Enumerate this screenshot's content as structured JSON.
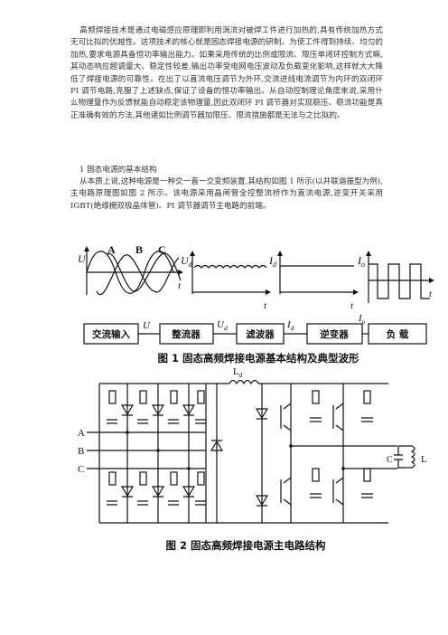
{
  "paragraphs": {
    "intro": "高频焊接技术是通过电磁感应原理即利用涡流对被焊工件进行加热的,具有传统加热方式无可比拟的优越性。这项技术的核心就是固态焊接电源的研制。为使工件得到持续、均匀的加热,要求电源具备恒功率输出能力。如果采用传统的比例或限流、限压单闭环控制方式嘛,其动态响应超调量大、稳定性较差,输出功率受电网电压波动及负载变化影响,这样就大大降低了焊接电源的可靠性。在出了以直流电压调节为外环,交流进线电流调节为内环的双闭环 PI 调节电路,克服了上述缺点,保证了设备的恒功率输出。从自动控制理论角度来说,采用什么物理量作为反馈就能自动稳定该物理量,因此双闭环 PI 调节器对实现稳压、稳流功能是真正准确有效的方法,其他诸如比例调节器加限压、限流措施都是无法与之比拟的。",
    "heading": "1 固态电源的基本结构",
    "structure": "从本质上说,这种电源是一种交一直一交变频装置,其结构如图 1 所示(以并联谐振型为例),主电路原理图如图 2 所示。该电源采用晶闸管全控整流桥作为直流电源,逆变开关采用 IGBT(绝缘栅双极晶体管)。PI 调节器调节主电路的前端。"
  },
  "figure1": {
    "caption": "图 1   固态高频焊接电源基本结构及典型波形",
    "phase_labels": [
      "A",
      "B",
      "C"
    ],
    "axis_labels": {
      "u": "U",
      "ud": "U",
      "ud_sub": "d",
      "id": "I",
      "id_sub": "d",
      "io": "I",
      "io_sub": "o",
      "t": "t"
    },
    "blocks": [
      "交流输入",
      "整流器",
      "滤波器",
      "逆变器",
      "负 载"
    ],
    "signal_labels": {
      "u": "U",
      "ud": "U",
      "ud_sub": "d",
      "id": "I",
      "id_sub": "d",
      "io": "I",
      "io_sub": "o"
    }
  },
  "figure2": {
    "caption": "图 2   固态高频焊接电源主电路结构",
    "inductor_label": "L",
    "inductor_sub": "d",
    "phases": [
      "A",
      "B",
      "C"
    ],
    "load_c": "C",
    "load_l": "L"
  }
}
